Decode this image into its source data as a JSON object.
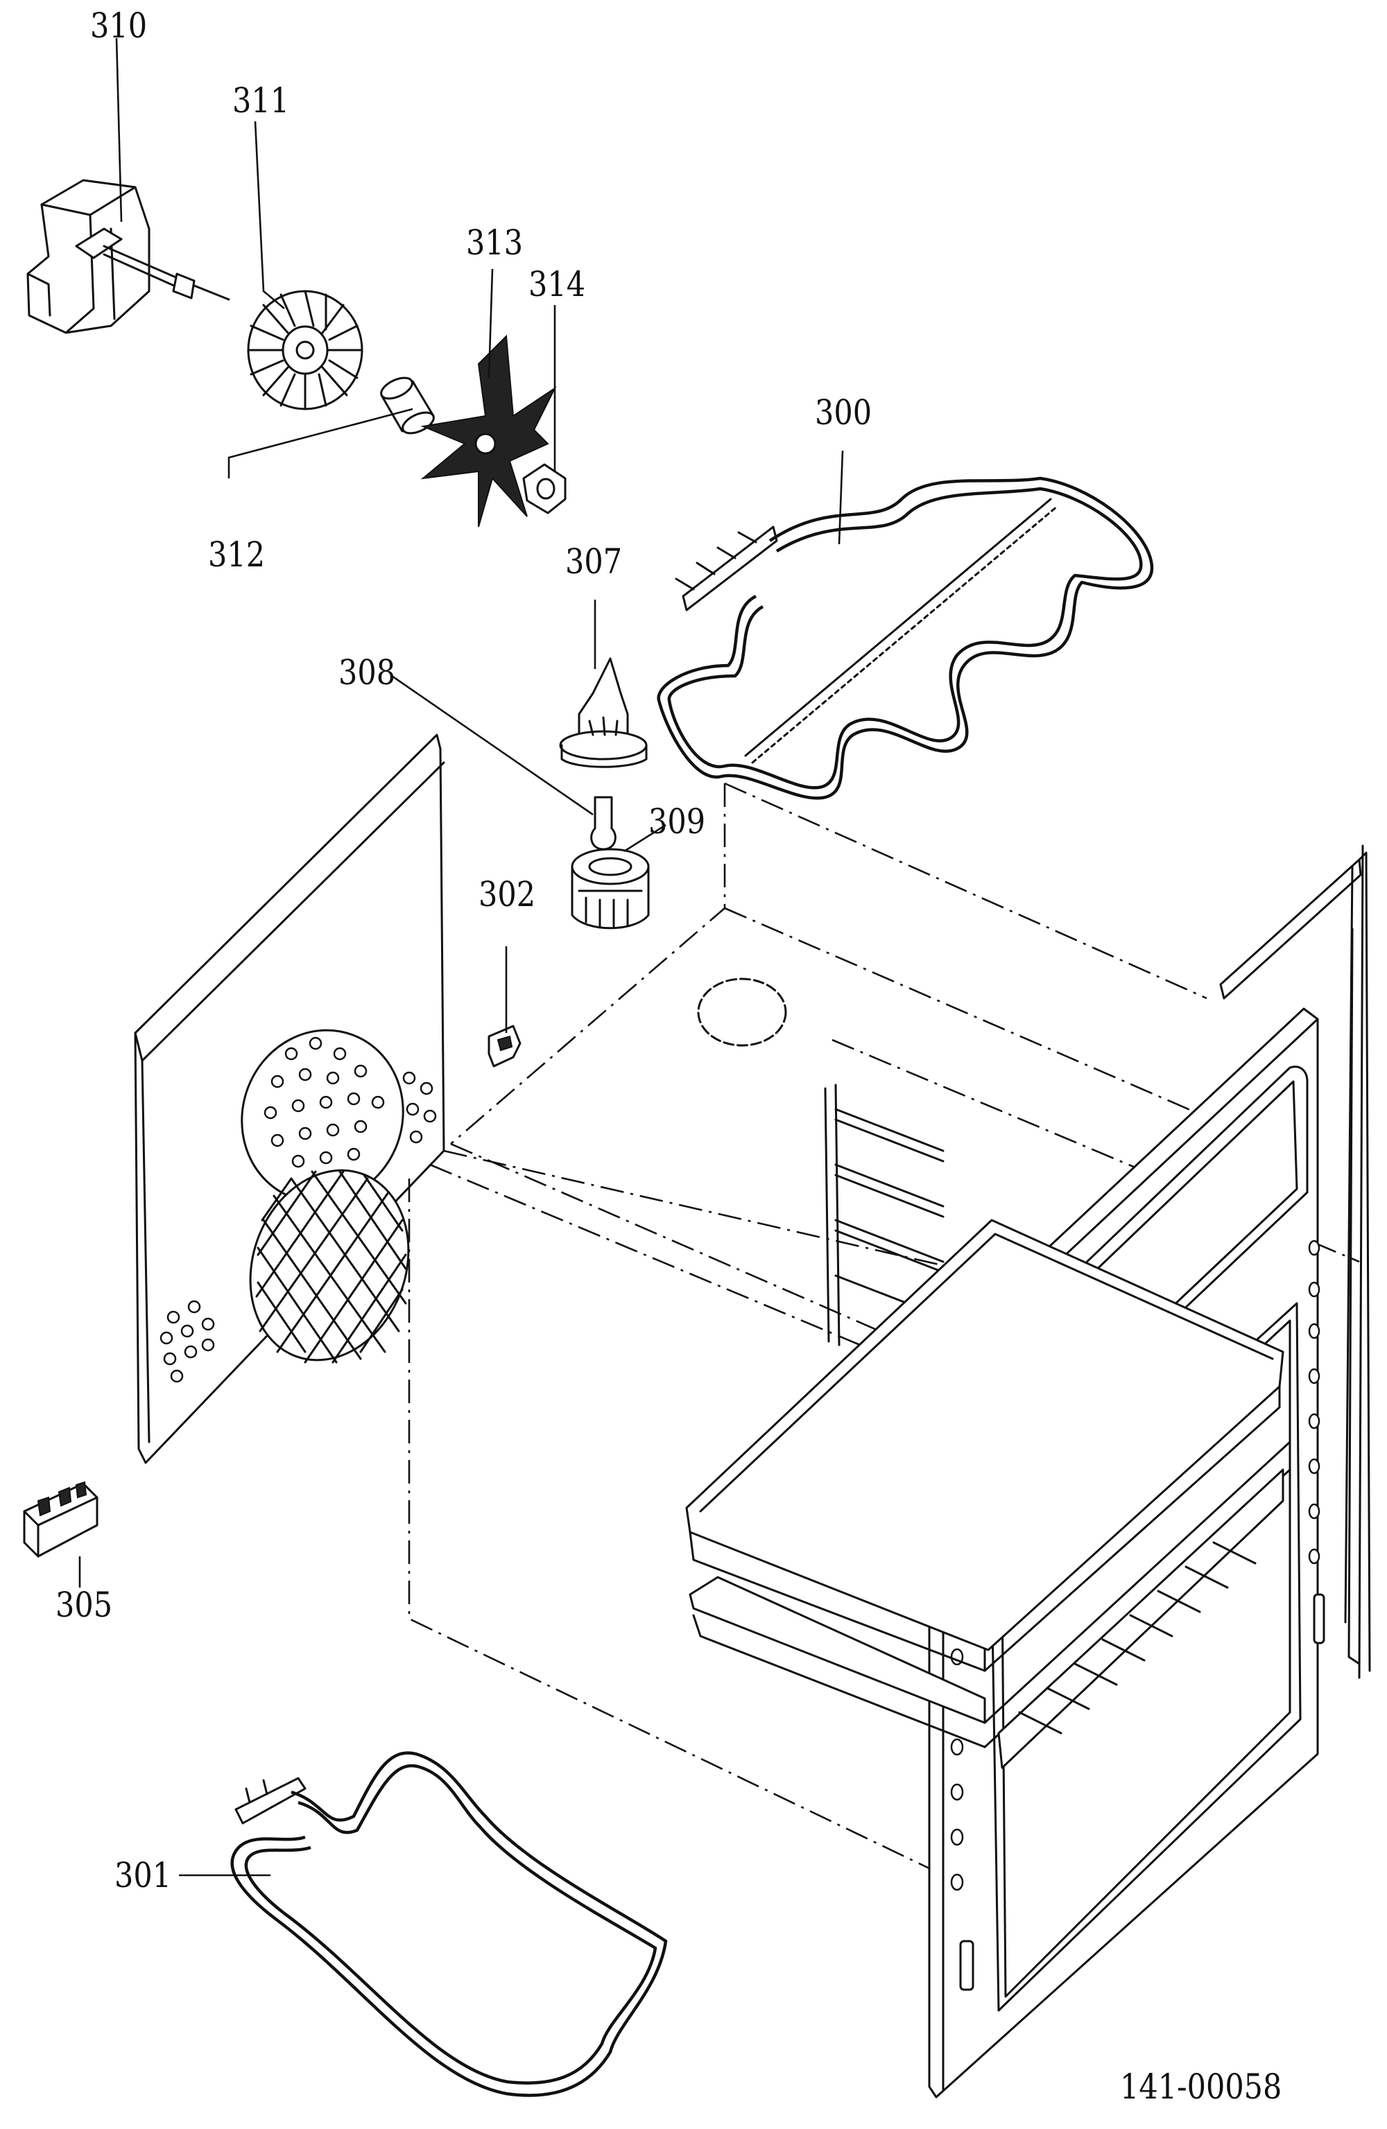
{
  "diagram": {
    "type": "exploded-parts-diagram",
    "callouts": [
      {
        "id": "310",
        "text": "310"
      },
      {
        "id": "311",
        "text": "311"
      },
      {
        "id": "313",
        "text": "313"
      },
      {
        "id": "314",
        "text": "314"
      },
      {
        "id": "300",
        "text": "300"
      },
      {
        "id": "312",
        "text": "312"
      },
      {
        "id": "307",
        "text": "307"
      },
      {
        "id": "308",
        "text": "308"
      },
      {
        "id": "309",
        "text": "309"
      },
      {
        "id": "302",
        "text": "302"
      },
      {
        "id": "305",
        "text": "305"
      },
      {
        "id": "301",
        "text": "301"
      }
    ],
    "drawing_number": "141-00058"
  }
}
